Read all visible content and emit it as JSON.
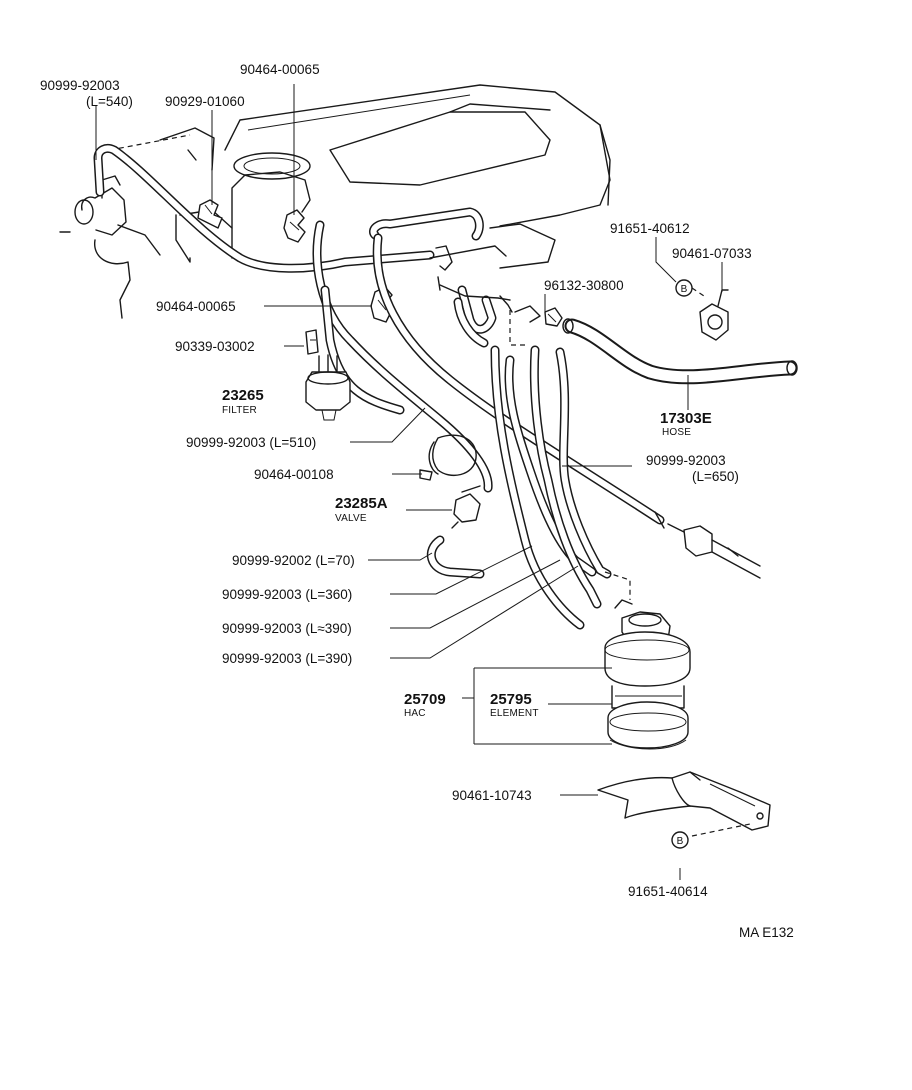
{
  "labels": {
    "hose_540_pn": "90999-92003",
    "hose_540_len": "(L=540)",
    "clip_01060": "90929-01060",
    "clamp_top": "90464-00065",
    "clamp_mid": "90464-00065",
    "connector": "90339-03002",
    "filter_pn": "23265",
    "filter_cap": "FILTER",
    "hose_510": "90999-92003 (L=510)",
    "clamp_00108": "90464-00108",
    "valve_pn": "23285A",
    "valve_cap": "VALVE",
    "hose_70": "90999-92002 (L=70)",
    "hose_360": "90999-92003 (L=360)",
    "hose_390a": "90999-92003 (L≈390)",
    "hose_390b": "90999-92003 (L=390)",
    "hac_pn": "25709",
    "hac_cap": "HAC",
    "element_pn": "25795",
    "element_cap": "ELEMENT",
    "bracket_pn": "90461-10743",
    "bolt_bottom": "91651-40614",
    "bolt_top": "91651-40612",
    "clamp_07033": "90461-07033",
    "clip_30800": "96132-30800",
    "hose_big_pn": "17303E",
    "hose_big_cap": "HOSE",
    "hose_650_pn": "90999-92003",
    "hose_650_len": "(L=650)",
    "bolt_marker": "B",
    "figure_code": "MA E132"
  }
}
